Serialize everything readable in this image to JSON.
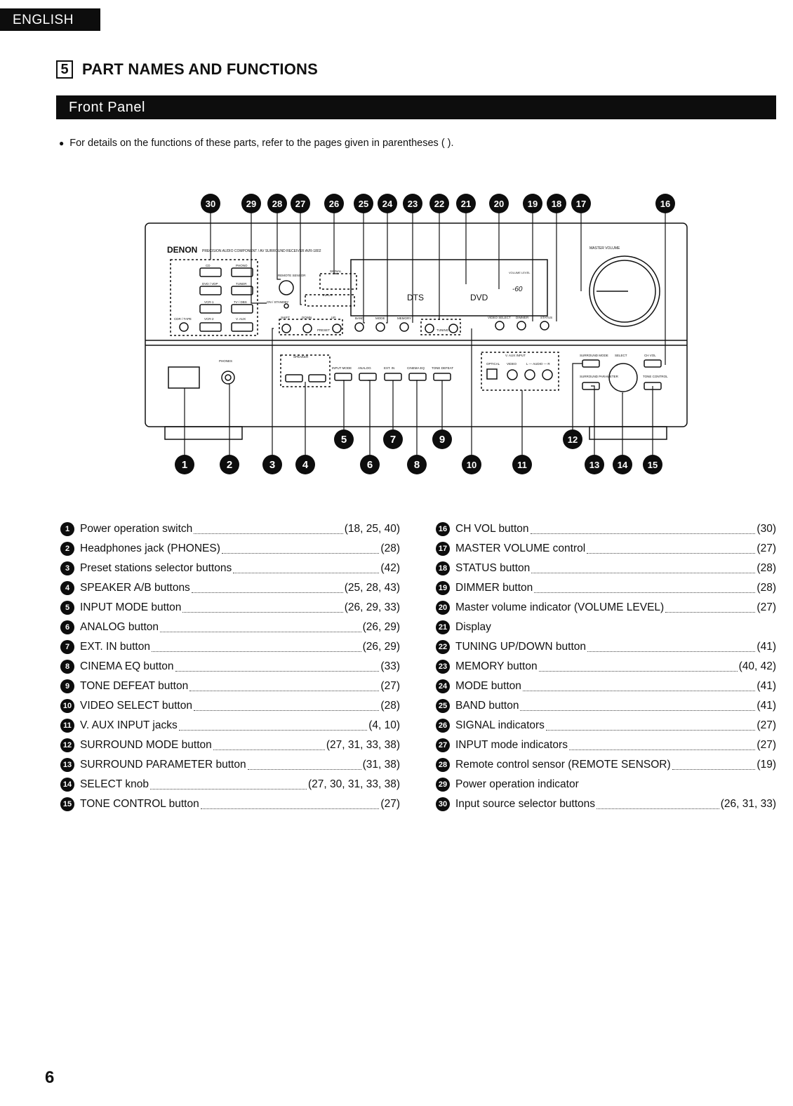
{
  "header": {
    "language": "ENGLISH"
  },
  "section": {
    "number": "5",
    "title": "PART NAMES AND FUNCTIONS"
  },
  "subsection": {
    "title": "Front Panel"
  },
  "note": "For details on the functions of these parts, refer to the pages given in parentheses ( ).",
  "panel": {
    "brand": "DENON",
    "model_line": "PRECISION AUDIO COMPONENT / AV SURROUND RECEIVER AVR-1802",
    "master_volume_label": "MASTER VOLUME",
    "display_volume": "-60",
    "display_dts": "DTS",
    "display_dvd": "DVD",
    "volume_level_label": "VOLUME LEVEL",
    "input_buttons_top": [
      "CD",
      "PHONO",
      "DVD / VDP",
      "TUNER",
      "VCR-1",
      "TV / DBS",
      "CDR / TAPE",
      "VCR-2",
      "V. AUX"
    ],
    "labels": {
      "remote_sensor": "REMOTE SENSOR",
      "on_standby": "ON / STANDBY",
      "signal": "SIGNAL",
      "input": "INPUT",
      "shift": "SHIFT",
      "down": "DOWN",
      "up": "UP",
      "preset": "PRESET",
      "band": "BAND",
      "mode": "MODE",
      "memory": "MEMORY",
      "tuning": "TUNING",
      "video_select": "VIDEO SELECT",
      "dimmer": "DIMMER",
      "status": "STATUS",
      "phones": "PHONES",
      "speaker": "SPEAKER",
      "input_mode": "INPUT MODE",
      "analog": "ANALOG",
      "ext_in": "EXT. IN",
      "cinema_eq": "CINEMA EQ",
      "tone_defeat": "TONE DEFEAT",
      "v_aux_input": "V. AUX INPUT",
      "optical": "OPTICAL",
      "video": "VIDEO",
      "audio": "L — AUDIO — R",
      "surround_mode": "SURROUND MODE",
      "surround_parameter": "SURROUND PARAMETER",
      "select": "SELECT",
      "ch_vol": "CH VOL",
      "tone_control": "TONE CONTROL"
    },
    "callouts_top": [
      "30",
      "29",
      "28",
      "27",
      "26",
      "25",
      "24",
      "23",
      "22",
      "21",
      "20",
      "19",
      "18",
      "17",
      "16"
    ],
    "callouts_bottom": [
      "1",
      "2",
      "3",
      "4",
      "5",
      "6",
      "7",
      "8",
      "9",
      "10",
      "11",
      "12",
      "13",
      "14",
      "15"
    ]
  },
  "parts_left": [
    {
      "num": "1",
      "label": "Power operation switch",
      "pages": "(18, 25, 40)"
    },
    {
      "num": "2",
      "label": "Headphones jack (PHONES)",
      "pages": "(28)"
    },
    {
      "num": "3",
      "label": "Preset stations selector buttons",
      "pages": "(42)"
    },
    {
      "num": "4",
      "label": "SPEAKER A/B buttons",
      "pages": "(25, 28, 43)"
    },
    {
      "num": "5",
      "label": "INPUT MODE button",
      "pages": "(26, 29, 33)"
    },
    {
      "num": "6",
      "label": "ANALOG button",
      "pages": "(26, 29)"
    },
    {
      "num": "7",
      "label": "EXT. IN button",
      "pages": "(26, 29)"
    },
    {
      "num": "8",
      "label": "CINEMA EQ button",
      "pages": "(33)"
    },
    {
      "num": "9",
      "label": "TONE DEFEAT button",
      "pages": "(27)"
    },
    {
      "num": "10",
      "label": "VIDEO SELECT button",
      "pages": "(28)"
    },
    {
      "num": "11",
      "label": "V. AUX INPUT jacks",
      "pages": "(4, 10)"
    },
    {
      "num": "12",
      "label": "SURROUND MODE button",
      "pages": "(27, 31, 33, 38)"
    },
    {
      "num": "13",
      "label": "SURROUND PARAMETER button",
      "pages": "(31, 38)"
    },
    {
      "num": "14",
      "label": "SELECT knob",
      "pages": "(27, 30, 31, 33, 38)"
    },
    {
      "num": "15",
      "label": "TONE CONTROL button",
      "pages": "(27)"
    }
  ],
  "parts_right": [
    {
      "num": "16",
      "label": "CH VOL button",
      "pages": "(30)"
    },
    {
      "num": "17",
      "label": "MASTER VOLUME control",
      "pages": "(27)"
    },
    {
      "num": "18",
      "label": "STATUS button",
      "pages": "(28)"
    },
    {
      "num": "19",
      "label": "DIMMER button",
      "pages": "(28)"
    },
    {
      "num": "20",
      "label": "Master volume indicator (VOLUME LEVEL)",
      "pages": "(27)"
    },
    {
      "num": "21",
      "label": "Display",
      "pages": ""
    },
    {
      "num": "22",
      "label": "TUNING UP/DOWN button",
      "pages": "(41)"
    },
    {
      "num": "23",
      "label": "MEMORY button",
      "pages": "(40, 42)"
    },
    {
      "num": "24",
      "label": "MODE button",
      "pages": "(41)"
    },
    {
      "num": "25",
      "label": "BAND button",
      "pages": "(41)"
    },
    {
      "num": "26",
      "label": "SIGNAL indicators",
      "pages": "(27)"
    },
    {
      "num": "27",
      "label": "INPUT mode indicators",
      "pages": "(27)"
    },
    {
      "num": "28",
      "label": "Remote control sensor (REMOTE SENSOR)",
      "pages": "(19)"
    },
    {
      "num": "29",
      "label": "Power operation indicator",
      "pages": ""
    },
    {
      "num": "30",
      "label": "Input source selector buttons",
      "pages": "(26, 31, 33)"
    }
  ],
  "page_number": "6"
}
